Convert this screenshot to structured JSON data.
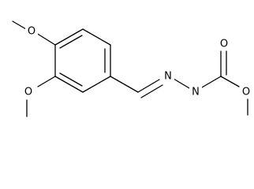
{
  "molecule": {
    "atoms": {
      "o_para": "O",
      "o_meta": "O",
      "n_imine": "N",
      "n_amide": "N",
      "o_carbonyl": "O",
      "o_ester": "O"
    },
    "line_color": "#000000",
    "background": "#ffffff"
  }
}
